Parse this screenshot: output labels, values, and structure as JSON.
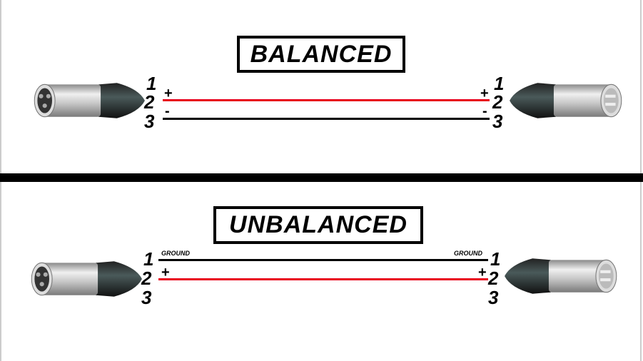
{
  "balanced": {
    "title": "BALANCED",
    "left_pins": [
      "1",
      "2",
      "3"
    ],
    "right_pins": [
      "1",
      "2",
      "3"
    ],
    "signs": {
      "pin2": "+",
      "pin3": "-"
    },
    "wires": [
      {
        "pin": "2",
        "color": "#e8001c"
      },
      {
        "pin": "3",
        "color": "#000000"
      }
    ]
  },
  "unbalanced": {
    "title": "UNBALANCED",
    "left_pins": [
      "1",
      "2",
      "3"
    ],
    "right_pins": [
      "1",
      "2",
      "3"
    ],
    "ground_label": "GROUND",
    "signs": {
      "pin2": "+"
    },
    "wires": [
      {
        "pin": "1",
        "color": "#000000"
      },
      {
        "pin": "2",
        "color": "#e8001c"
      }
    ]
  },
  "icons": {
    "female": "xlr-female-connector-icon",
    "male": "xlr-male-connector-icon"
  }
}
